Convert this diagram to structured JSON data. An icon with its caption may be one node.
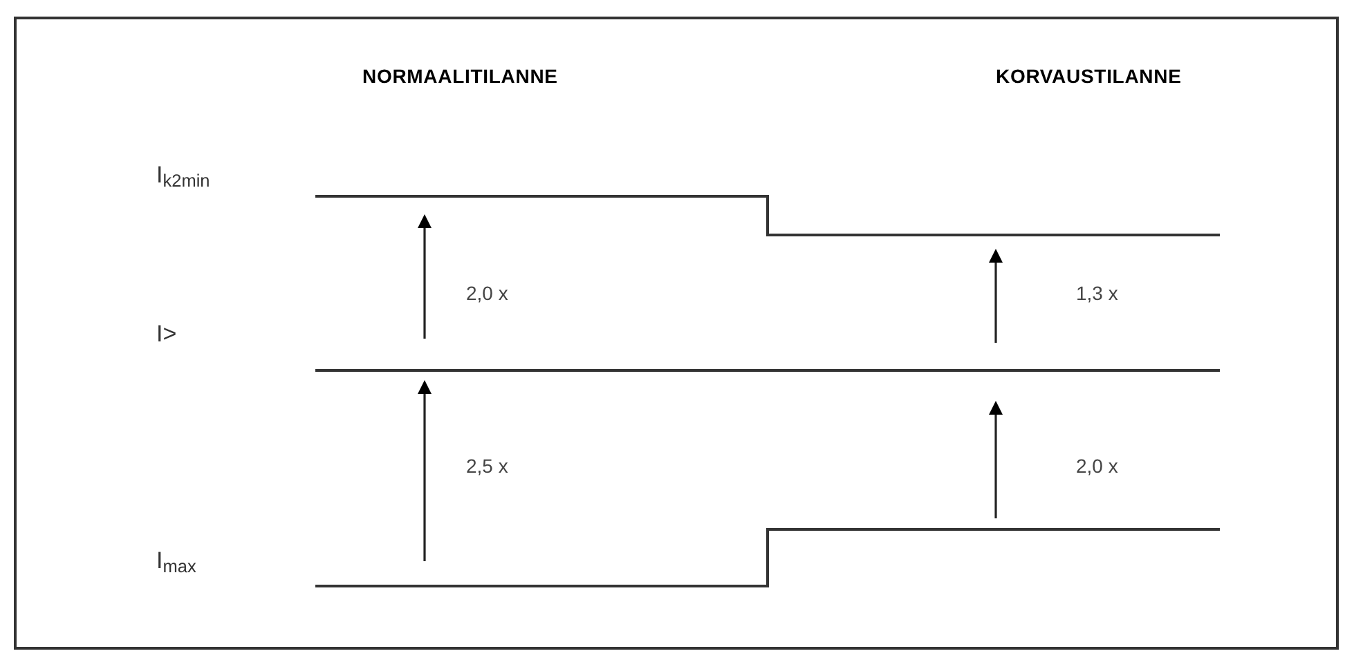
{
  "diagram": {
    "labels": [
      "NORMAALITILANNE",
      "KORVAUSTILANNE",
      "I$_{k2min}$",
      "2,0 x",
      "1,3 x",
      "I>",
      "2,5 x",
      "2,0 x",
      "I$_{max}$"
    ]
  }
}
